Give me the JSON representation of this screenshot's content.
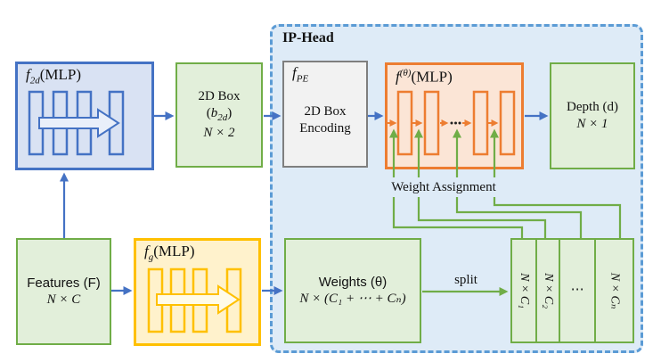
{
  "diagram": {
    "ip_head_title": "IP-Head",
    "weight_assignment_label": "Weight Assignment",
    "split_label": "split"
  },
  "boxes": {
    "f2d": {
      "f": "f",
      "sub": "2d",
      "rest": "(MLP)"
    },
    "box_2d": {
      "title": "2D Box",
      "paren_open": "(",
      "var": "b",
      "var_sub": "2d",
      "paren_close": ")",
      "dims": "N × 2"
    },
    "f_pe": {
      "f": "f",
      "sub": "PE",
      "line1": "2D Box",
      "line2": "Encoding"
    },
    "f_theta": {
      "f": "f",
      "sup": "(θ)",
      "rest": "(MLP)"
    },
    "depth": {
      "title": "Depth (d)",
      "dims": "N × 1"
    },
    "features": {
      "title": "Features (F)",
      "dims": "N × C"
    },
    "f_g": {
      "f": "f",
      "sub": "g",
      "rest": "(MLP)"
    },
    "weights": {
      "title": "Weights (θ)",
      "dims": "N × (C₁ + ⋯ + Cₙ)"
    },
    "split_slices": {
      "s1": "N × C₁",
      "s2": "N × C₂",
      "s3": "⋯",
      "s4": "N × Cₙ"
    }
  },
  "icons": {
    "f2d_mlp": "mlp-layers-arrow-icon",
    "fg_mlp": "mlp-layers-arrow-icon",
    "ftheta_mlp": "mlp-layers-weight-arrows-icon"
  },
  "colors": {
    "blue_border": "#4472C4",
    "blue_fill": "#D9E2F3",
    "green_border": "#70AD47",
    "green_fill": "#E2EFDA",
    "orange_border": "#ED7D31",
    "orange_fill": "#FBE5D6",
    "gold_border": "#FFC000",
    "gold_fill": "#FFF2CC",
    "gray_border": "#7F7F7F",
    "gray_fill": "#F2F2F2",
    "container_border": "#5B9BD5",
    "container_fill": "#DEEBF7",
    "arrow_blue": "#4472C4",
    "arrow_green": "#70AD47"
  }
}
